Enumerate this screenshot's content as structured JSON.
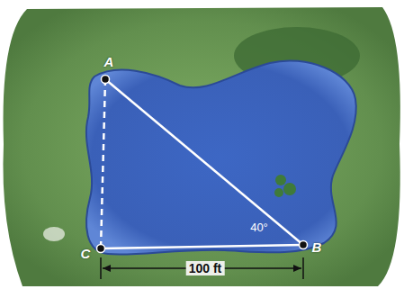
{
  "diagram": {
    "labels": [
      "A",
      "40°",
      "C",
      "B",
      "100 ft"
    ]
  }
}
